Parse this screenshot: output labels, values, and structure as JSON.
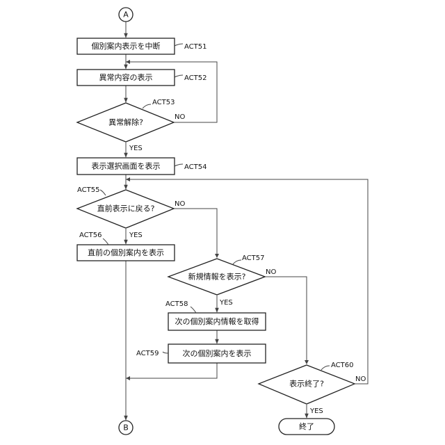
{
  "connectors": {
    "start": "A",
    "end": "B"
  },
  "boxes": {
    "act51": "個別案内表示を中断",
    "act52": "異常内容の表示",
    "act53": "異常解除?",
    "act54": "表示選択画面を表示",
    "act55": "直前表示に戻る?",
    "act56": "直前の個別案内を表示",
    "act57": "新規情報を表示?",
    "act58": "次の個別案内情報を取得",
    "act59": "次の個別案内を表示",
    "act60": "表示終了?",
    "end": "終了"
  },
  "labels": {
    "act51": "ACT51",
    "act52": "ACT52",
    "act53": "ACT53",
    "act54": "ACT54",
    "act55": "ACT55",
    "act56": "ACT56",
    "act57": "ACT57",
    "act58": "ACT58",
    "act59": "ACT59",
    "act60": "ACT60"
  },
  "branch": {
    "yes": "YES",
    "no": "NO"
  }
}
